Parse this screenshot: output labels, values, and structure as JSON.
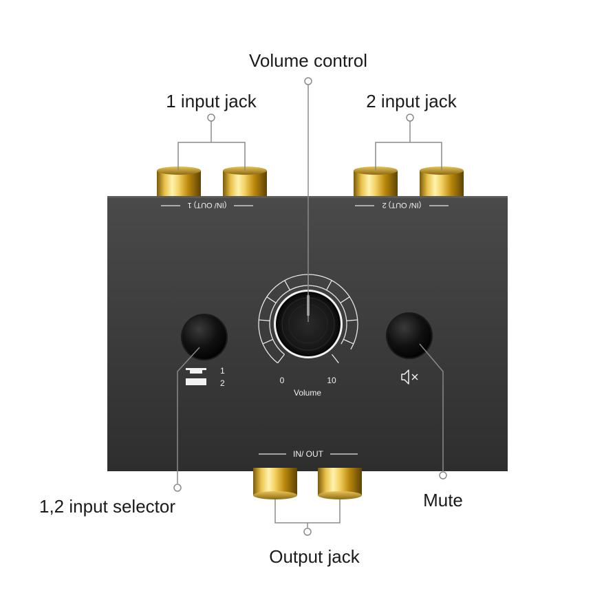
{
  "labels": {
    "volume_control": "Volume control",
    "input_jack_1": "1 input jack",
    "input_jack_2": "2 input jack",
    "input_selector": "1,2 input selector",
    "mute": "Mute",
    "output_jack": "Output jack"
  },
  "panel": {
    "jack1_label": "(IN/ OUT) 1",
    "jack2_label": "(IN/ OUT) 2",
    "output_label": "IN/ OUT",
    "volume_label": "Volume",
    "volume_min": "0",
    "volume_max": "10",
    "selector_pos1": "1",
    "selector_pos2": "2"
  },
  "icons": {
    "mute": "speaker-muted-icon",
    "selector": "push-button-position-icon"
  },
  "colors": {
    "body": "#3a3a3a",
    "gold": "#d4a017",
    "leader": "#8a8a8a"
  }
}
